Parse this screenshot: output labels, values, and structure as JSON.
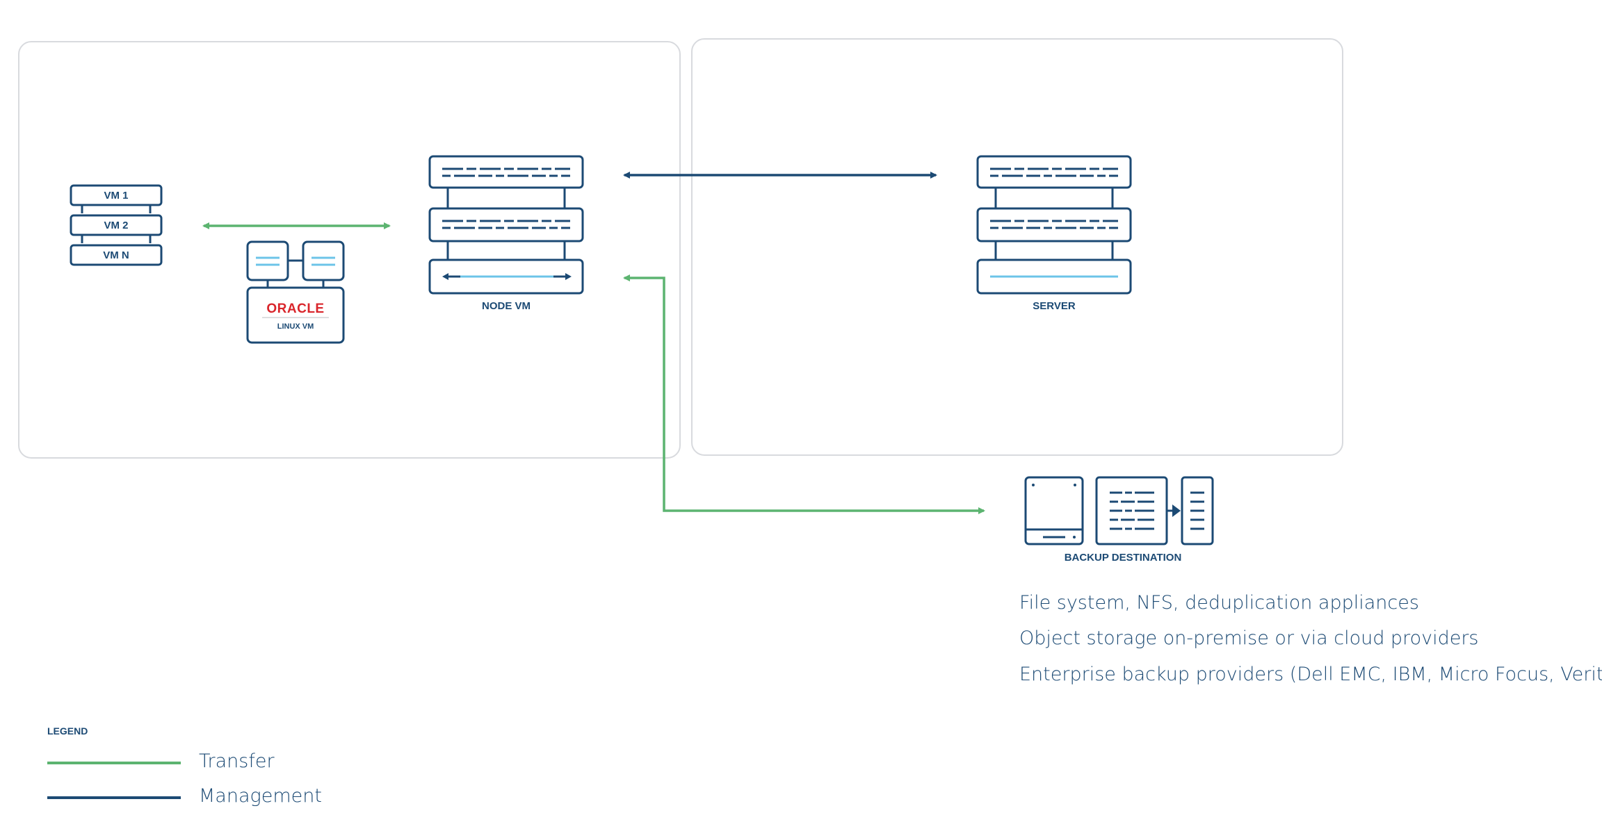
{
  "colors": {
    "transfer": "#5cb470",
    "management": "#1c4a74",
    "light_accent": "#6cc4e8",
    "panel_border": "#d8dade",
    "oracle_red": "#d9252b"
  },
  "nodes": {
    "vm_stack": {
      "items": [
        "VM 1",
        "VM 2",
        "VM N"
      ]
    },
    "oracle": {
      "logo_text": "ORACLE",
      "label": "LINUX VM"
    },
    "node_vm": {
      "label": "NODE VM"
    },
    "server": {
      "label": "SERVER"
    },
    "backup": {
      "label": "BACKUP DESTINATION"
    }
  },
  "backup_destinations": [
    "File system, NFS, deduplication appliances",
    "Object storage on-premise or via cloud providers",
    "Enterprise backup providers (Dell EMC, IBM, Micro Focus, Veritas)"
  ],
  "legend": {
    "title": "LEGEND",
    "items": [
      {
        "label": "Transfer",
        "color": "#5cb470"
      },
      {
        "label": "Management",
        "color": "#1c4a74"
      }
    ]
  }
}
